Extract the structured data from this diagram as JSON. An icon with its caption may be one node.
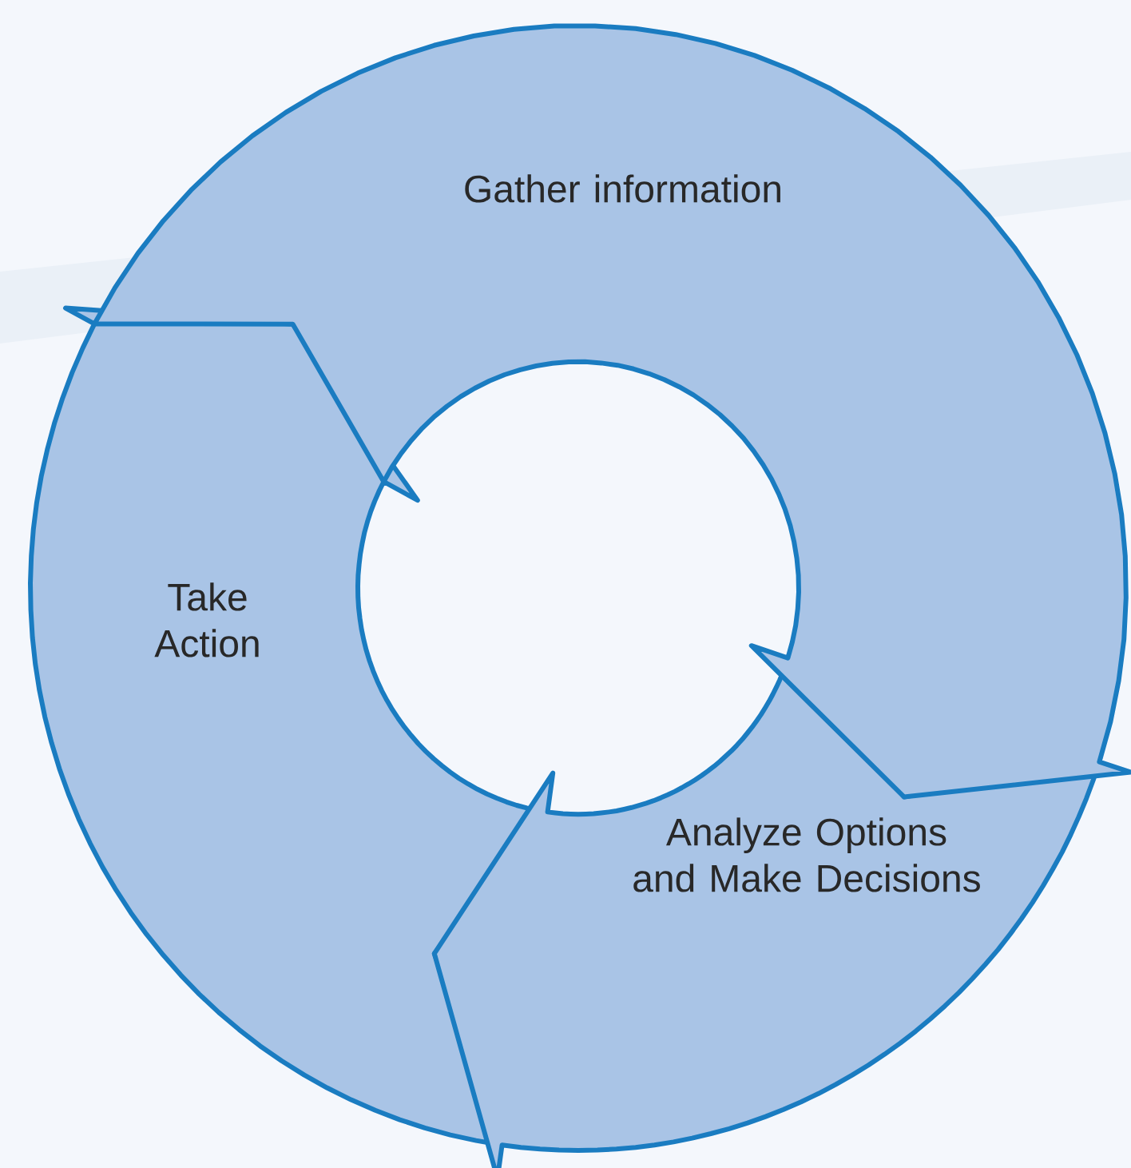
{
  "diagram": {
    "nodes": [
      {
        "text": [
          "Gather information"
        ]
      },
      {
        "text": [
          "Analyze Options and Make Decisions"
        ]
      },
      {
        "text": [
          "Take Action"
        ]
      }
    ]
  }
}
